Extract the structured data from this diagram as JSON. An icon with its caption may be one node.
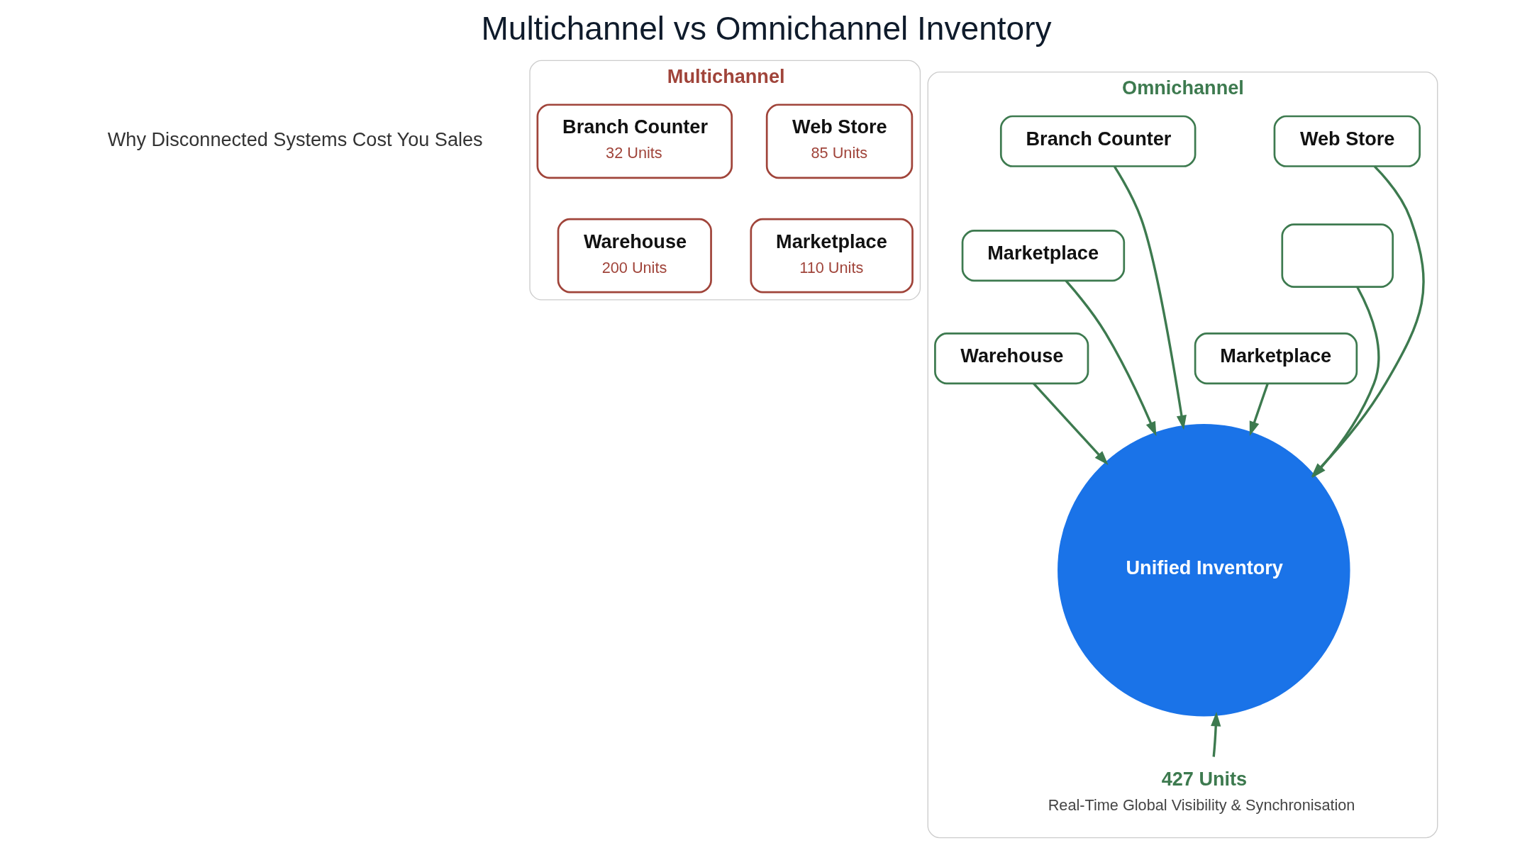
{
  "diagram": {
    "title": "Multichannel vs Omnichannel Inventory",
    "nodes": [
      {
        "text": [
          "Multichannel"
        ]
      },
      {
        "text": [
          "Web Store",
          "85 Units"
        ],
        "in": 0
      },
      {
        "text": [
          "Branch Counter",
          "32 Units"
        ],
        "in": 0
      },
      {
        "text": [
          "Marketplace",
          "110 Units"
        ],
        "in": 0
      },
      {
        "text": [
          "Warehouse",
          "200 Units"
        ],
        "in": 0
      },
      {
        "text": [
          "Omnichannel"
        ]
      },
      {
        "text": [
          "Web Store"
        ],
        "in": 5
      },
      {
        "text": [
          "Branch Counter"
        ],
        "in": 5
      },
      {
        "text": [],
        "shape": "box",
        "in": 5
      },
      {
        "text": [
          "Marketplace"
        ],
        "in": 5
      },
      {
        "text": [
          "Marketplace"
        ],
        "in": 5
      },
      {
        "text": [
          "Warehouse"
        ],
        "in": 5
      },
      {
        "text": [
          "Unified Inventory"
        ],
        "in": 5
      },
      {
        "text": [
          "427 Units",
          "Real-Time Global Visibility & Synchronisation"
        ],
        "in": 5
      }
    ],
    "edges": [
      {
        "from": 6,
        "to": 12,
        "arrow": "to"
      },
      {
        "from": 7,
        "to": 12,
        "arrow": "to"
      },
      {
        "from": 8,
        "to": 12,
        "arrow": "to"
      },
      {
        "from": 9,
        "to": 12,
        "arrow": "to"
      },
      {
        "from": 10,
        "to": 12,
        "arrow": "to"
      },
      {
        "from": 11,
        "to": 12,
        "arrow": "to"
      },
      {
        "from": 13,
        "to": 12,
        "arrow": "to"
      }
    ],
    "labels": [
      "Why Disconnected Systems Cost You Sales"
    ]
  }
}
